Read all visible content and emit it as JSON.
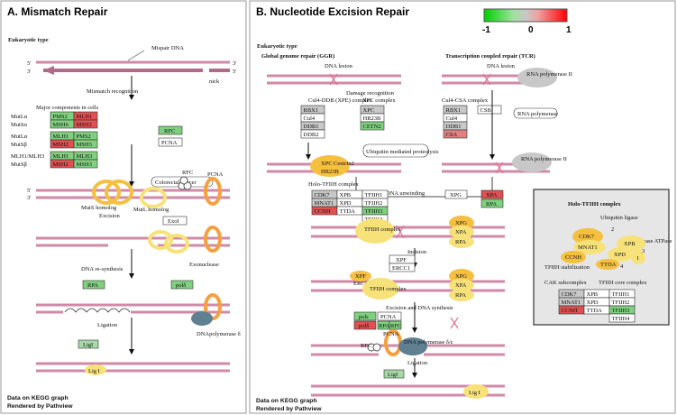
{
  "panels": {
    "a_title": "A. Mismatch Repair",
    "b_title": "B. Nucleotide Excision Repair"
  },
  "legend": {
    "min": "-1",
    "mid": "0",
    "max": "1"
  },
  "colors": {
    "green": "#7fd07f",
    "red": "#e05050",
    "grey": "#c8c8c8",
    "dna": "#d08aa8",
    "orange": "#f5a040",
    "yellow": "#f7e27a"
  },
  "a": {
    "eukaryotic": "Eukaryotic type",
    "mispair": "Mispair DNA",
    "nick": "nick",
    "mismatch_recognition": "Mismatch recognition",
    "major_components": "Major components in cells",
    "rows": [
      {
        "label": "MutLα",
        "g1": "PMS2",
        "g2": "MLH1"
      },
      {
        "label": "MutSα",
        "g1": "MSH6",
        "g2": "MSH2"
      },
      {
        "label": "MutLα",
        "g1": "MLH1",
        "g2": "PMS2"
      },
      {
        "label": "MutSβ",
        "g1": "MSH2",
        "g2": "MSH3"
      },
      {
        "label": "MLH1/MLH3",
        "g1": "MLH1",
        "g2": "MLH3"
      },
      {
        "label": "MutSβ",
        "g1": "MSH2",
        "g2": "MSH3"
      }
    ],
    "rfc": "RFC",
    "pcna": "PCNA",
    "colorectal": "Colorectal cancer",
    "pcna2": "PCNA",
    "rfc2": "RFC",
    "muts": "MutS homolog",
    "mutl": "MutL homolog",
    "excision": "Excision",
    "exo1": "ExoI",
    "resynth": "DNA re-synthesis",
    "exonuclease": "Exonuclease",
    "rpa": "RPA",
    "pold": "polδ",
    "ligation": "Ligation",
    "dnapol": "DNApolymerase δ",
    "lig1": "LigI",
    "lig1b": "Lig I"
  },
  "b": {
    "eukaryotic": "Eukaryotic type",
    "ggr": "Global genome repair (GGR)",
    "tcr": "Transcription coupled repair (TCR)",
    "lesion1": "DNA lesion",
    "lesion2": "DNA lesion",
    "rnapol": "RNA polymerase II",
    "damage_recog": "Damage recognition",
    "cul4_ddb": "Cul4-DDB (XPE) complex",
    "xpc_complex": "XPC complex",
    "cul4_csa": "Cul4-CSA complex",
    "rbx1": "RBX1",
    "cul4": "Cul4",
    "ddb1": "DDB1",
    "ddb2": "DDB2",
    "xpc": "XPC",
    "hr23b": "HR23B",
    "cetn2": "CETN2",
    "rbx1b": "RBX1",
    "cul4b": "Cul4",
    "ddb1b": "DDB1",
    "csa": "CSA",
    "csb": "CSB",
    "rnapol_box": "RNA polymerase",
    "ubiquitin": "Ubiquitin mediated proteolysis",
    "xpc_ov": "XPC",
    "centrin": "Centrin2",
    "hr23b_ov": "HR23B",
    "rnapol2": "RNA polymerase II",
    "holo": "Holo-TFIIH complex",
    "unwinding": "DNA unwinding",
    "tfiih_grid": [
      [
        "CDK7",
        "XPB",
        "TFIIH1"
      ],
      [
        "MNAT1",
        "XPD",
        "TFIIH2"
      ],
      [
        "CCNH",
        "TTDA",
        "TFIIH3"
      ],
      [
        "",
        "",
        "TFIIH4"
      ]
    ],
    "xpg": "XPG",
    "xpa": "XPA",
    "rpa": "RPA",
    "tfiih_complex": "TFIIH complex",
    "xpg_ov": "XPG",
    "xpa_ov": "XPA",
    "rpa_ov": "RPA",
    "incision": "Incision",
    "xpf": "XPF",
    "ercc1": "ERCC1",
    "xpf_ov": "XPF",
    "ercc1_ov": "ERCC1",
    "tfiih_ov2": "TFIIH complex",
    "xpg_ov2": "XPG",
    "xpa_ov2": "XPA",
    "rpa_ov2": "RPA",
    "excision_synth": "Excision and DNA synthesis",
    "pole": "polε",
    "pold": "polδ",
    "pcna": "PCNA",
    "rpa2": "RPA",
    "rfc": "RFC",
    "rfc_ov": "RFC",
    "pcna_ov": "PCNA",
    "dnapol_ov": "DNA polymerase δ/ε",
    "ligation": "Ligation",
    "lig1": "LigI",
    "lig1b": "Lig I"
  },
  "inset": {
    "title": "Holo-TFIIH complex",
    "ubiquitin_ligase": "Ubiquitin ligase",
    "helicase": "Helicase ATPase",
    "cdk7": "CDK7",
    "mnat1": "MNAT1",
    "ccnh": "CCNH",
    "xpb": "XPB",
    "xpd": "XPD",
    "ttda": "TTDA",
    "n2": "2",
    "n3": "3",
    "n4": "4",
    "n1": "1",
    "stabilization": "TFIIH stabilization",
    "cak": "CAK subcomplex",
    "core": "TFIIH core complex",
    "grid": [
      [
        "CDK7",
        "XPB",
        "TFIIH1"
      ],
      [
        "MNAT1",
        "XPD",
        "TFIIH2"
      ],
      [
        "CCNH",
        "TTDA",
        "TFIIH3"
      ],
      [
        "",
        "",
        "TFIIH4"
      ]
    ]
  },
  "footer": {
    "kegg1": "Data on KEGG graph",
    "pv1": "Rendered by Pathview",
    "kegg2": "Data on KEGG graph",
    "pv2": "Rendered by Pathview"
  },
  "strand": {
    "five": "5'",
    "three": "3'"
  }
}
